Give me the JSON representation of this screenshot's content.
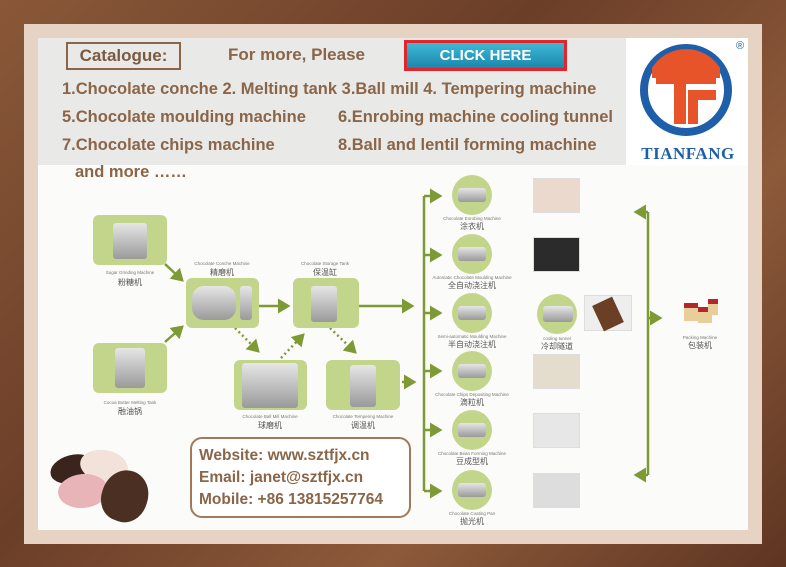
{
  "header": {
    "catalogue_label": "Catalogue:",
    "more_text": "For more, Please",
    "click_here": "CLICK HERE"
  },
  "catalogue_lines": [
    "1.Chocolate conche  2. Melting tank  3.Ball mill 4. Tempering machine",
    "5.Chocolate moulding machine",
    "6.Enrobing machine cooling tunnel",
    "7.Chocolate chips machine",
    "8.Ball and lentil forming machine",
    "and more ……"
  ],
  "logo": {
    "text": "TIANFANG",
    "mark": "TF",
    "registered": "®",
    "colors": {
      "orange": "#e8542a",
      "blue": "#1f5ea8"
    }
  },
  "flow": {
    "sugar": {
      "en": "Sugar Grinding Machine",
      "cn": "粉糖机"
    },
    "cocoa": {
      "en": "Cocoa Butter Melting Tank",
      "cn": "融油锅"
    },
    "conche": {
      "en": "Chocolate Conche Machine",
      "cn": "精磨机"
    },
    "storage": {
      "en": "Chocolate Storage Tank",
      "cn": "保温缸"
    },
    "ballmill": {
      "en": "Chocolate Ball Mill Machine",
      "cn": "球磨机"
    },
    "tempering": {
      "en": "Chocolate Tempering Machine",
      "cn": "调温机"
    },
    "branches": [
      {
        "en": "Chocolate Enrobing Machine",
        "cn": "涂衣机"
      },
      {
        "en": "Automatic Chocolate Moulding Machine",
        "cn": "全自动浇注机"
      },
      {
        "en": "Semi-automatic Moulding Machine",
        "cn": "半自动浇注机"
      },
      {
        "en": "Chocolate Chips Depositing Machine",
        "cn": "滴粒机"
      },
      {
        "en": "Chocolate Bean Forming Machine",
        "cn": "豆成型机"
      },
      {
        "en": "Chocolate Coating Pan",
        "cn": "抛光机"
      }
    ],
    "cooling": {
      "en": "cooling tunnel",
      "cn": "冷却隧道"
    },
    "packing": {
      "en": "Packing Machine",
      "cn": "包装机"
    },
    "arrow_color": "#7d9a35"
  },
  "contact": {
    "website": "Website: www.sztfjx.cn",
    "email": "Email:  janet@sztfjx.cn",
    "mobile": "Mobile: +86 13815257764"
  }
}
